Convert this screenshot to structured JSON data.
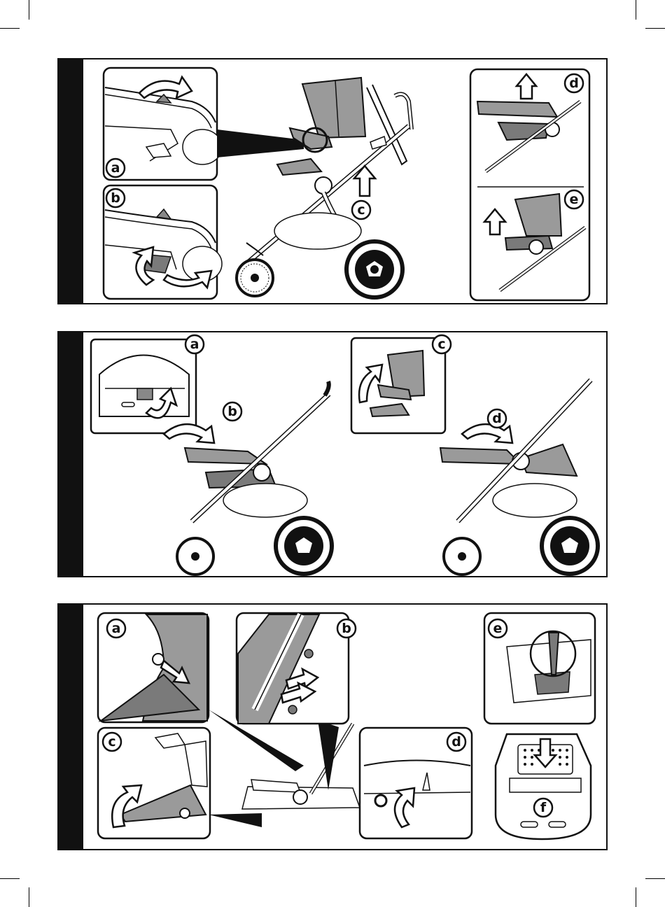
{
  "figure1": {
    "labels": {
      "a": "a",
      "b": "b",
      "c": "c",
      "d": "d",
      "e": "e"
    }
  },
  "figure2": {
    "labels": {
      "a": "a",
      "b": "b",
      "c": "c",
      "d": "d"
    }
  },
  "figure3": {
    "labels": {
      "a": "a",
      "b": "b",
      "c": "c",
      "d": "d",
      "e": "e",
      "f": "f"
    }
  },
  "colors": {
    "ink": "#111111",
    "fabric": "#9a9a9a",
    "fabric_dark": "#7a7a7a",
    "paper": "#ffffff"
  }
}
